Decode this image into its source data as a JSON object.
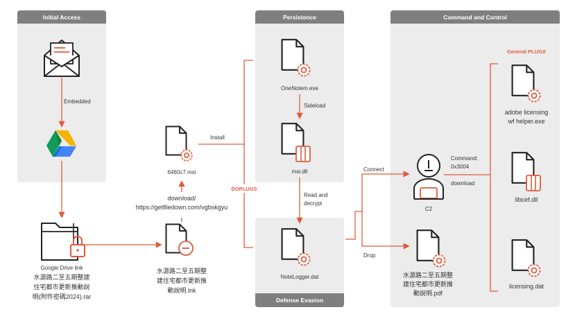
{
  "sections": {
    "initial_access": "Initial Access",
    "persistence": "Persistence",
    "command_control": "Command and Control",
    "defense_evasion": "Defense Evasion"
  },
  "edges": {
    "embedded": "Embedded",
    "install": "Install",
    "sideload": "Sideload",
    "read_decrypt_1": "Read and",
    "read_decrypt_2": "decrypt",
    "connect": "Connect",
    "drop": "Drop",
    "command_1": "Command:",
    "command_2": "0x3004",
    "download": "download",
    "download_url_1": "download/",
    "download_url_2": "https://getfiledown.com/vgbskgyu"
  },
  "groups": {
    "doplugs": "DOPLUGS",
    "plugx": "General PLUGX"
  },
  "nodes": {
    "gdrive_link": "Google Drive link",
    "rar_1": "水源路二至五期整建",
    "rar_2": "住宅都市更新推動說",
    "rar_3": "明(附件密碼2024).rar",
    "msi": "6460c7.msi",
    "lnk_1": "水源路二至五期整",
    "lnk_2": "建住宅都市更新推",
    "lnk_3": "動說明.lnk",
    "onenote": "OneNotem.exe",
    "msi_dll": "msi.dll",
    "notelogger": "NoteLogger.dat",
    "c2": "C2",
    "pdf_1": "水源路二至五期整",
    "pdf_2": "建住宅都市更新推",
    "pdf_3": "動說明.pdf",
    "adobe_1": "adobe licensing",
    "adobe_2": "wf helper.exe",
    "libcef": "libcef.dll",
    "licensing": "licensing.dat"
  },
  "colors": {
    "panel": "#ececec",
    "header": "#7f7f7f",
    "accent": "#e05a3a",
    "icon": "#222222"
  }
}
